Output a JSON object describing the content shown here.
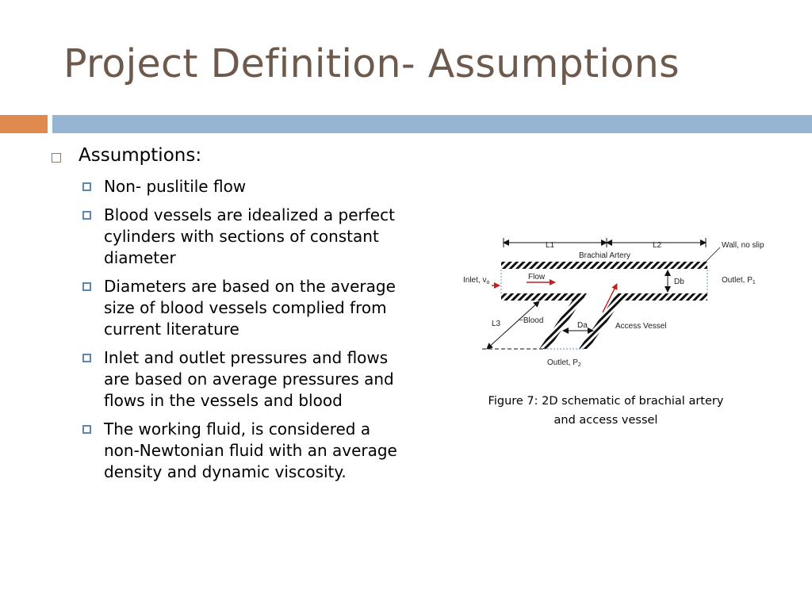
{
  "title": "Project Definition- Assumptions",
  "main": {
    "heading": "Assumptions:",
    "items": [
      {
        "text": "Non- puslitile flow"
      },
      {
        "text": "Blood vessels are idealized a perfect cylinders with sections of constant diameter"
      },
      {
        "text": "Diameters are based on the average size of blood vessels complied from current literature"
      },
      {
        "text": "Inlet and outlet pressures and flows are based on average pressures and flows in the vessels and blood"
      },
      {
        "text": "The working fluid, is considered a non-Newtonian fluid with an average density and dynamic viscosity."
      }
    ]
  },
  "figure": {
    "labels": {
      "l1": "L1",
      "l2": "L2",
      "wall": "Wall, no slip",
      "brachial": "Brachial Artery",
      "inlet": "Inlet, v",
      "inlet_sub": "o",
      "flow": "Flow",
      "db": "Db",
      "outlet1": "Outlet, P",
      "outlet1_sub": "1",
      "l3": "L3",
      "blood": "~Blood",
      "da": "Da",
      "access": "Access Vessel",
      "outlet2": "Outlet, P",
      "outlet2_sub": "2"
    },
    "caption_line1": "Figure 7: 2D schematic of brachial artery",
    "caption_line2": "and access vessel"
  },
  "colors": {
    "title": "#6e5a4c",
    "accent_orange": "#df8a4e",
    "accent_blue": "#96b5d2",
    "bullet": "#5c86b0",
    "flow_arrow": "#c0201e"
  }
}
